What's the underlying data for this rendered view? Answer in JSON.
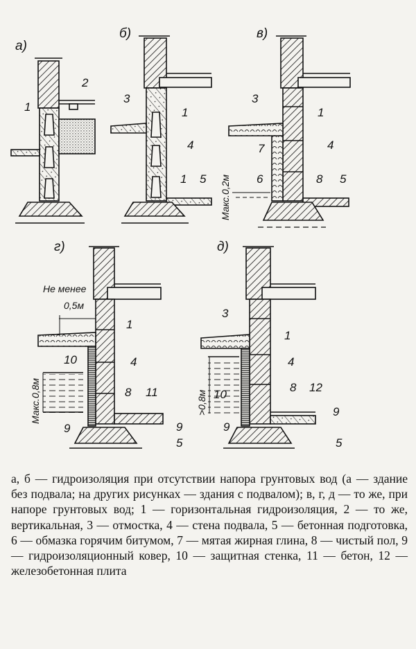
{
  "figure": {
    "panels": {
      "a": {
        "label": "а)",
        "callouts": [
          "1",
          "2"
        ]
      },
      "b": {
        "label": "б)",
        "callouts": [
          "3",
          "1",
          "4",
          "1",
          "5"
        ]
      },
      "v": {
        "label": "в)",
        "callouts": [
          "3",
          "1",
          "7",
          "4",
          "6",
          "8",
          "5"
        ],
        "dimension": "Макс.0,2м"
      },
      "g": {
        "label": "г)",
        "callouts": [
          "1",
          "10",
          "4",
          "8",
          "11",
          "9",
          "9",
          "5"
        ],
        "note_line1": "Не менее",
        "note_line2": "0,5м",
        "dimension": "Макс.0,8м"
      },
      "d": {
        "label": "д)",
        "callouts": [
          "3",
          "1",
          "4",
          "10",
          "8",
          "12",
          "9",
          "9",
          "5"
        ],
        "dimension": ">0,8м"
      }
    }
  },
  "caption": "а, б — гидроизоляция при отсутствии напора грунтовых вод (а — здание без подвала; на других рисунках — здания с подвалом); в, г, д — то же, при напоре грунтовых вод; 1 — горизонтальная гидроизоляция, 2 — то же, вертикальная, 3 — отмостка, 4 — стена подвала, 5 — бетонная подготовка, 6 — обмазка горячим битумом, 7 — мятая жирная глина, 8 — чистый пол, 9 — гидроизоляционный ковер, 10 — защитная стенка, 11 — бетон, 12 — железобетонная плита"
}
